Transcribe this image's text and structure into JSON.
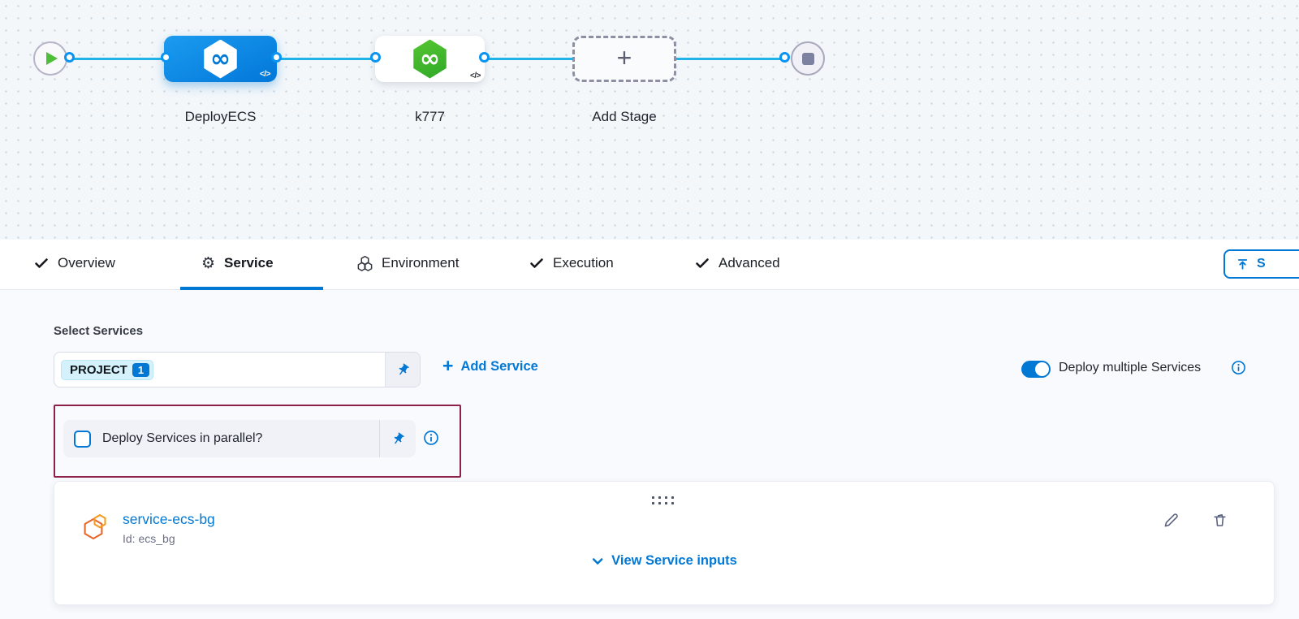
{
  "pipeline": {
    "stages": [
      {
        "label": "DeployECS",
        "badge": "</>",
        "variant": "blue"
      },
      {
        "label": "k777",
        "badge": "</>",
        "variant": "white"
      },
      {
        "label": "Add Stage",
        "variant": "add"
      }
    ],
    "start_node": "play",
    "end_node": "stop"
  },
  "icons": {
    "infinity": "∞",
    "plus": "+",
    "gear": "⚙"
  },
  "tabs": {
    "items": [
      {
        "label": "Overview",
        "icon": "check-icon"
      },
      {
        "label": "Service",
        "icon": "gear-icon",
        "active": true
      },
      {
        "label": "Environment",
        "icon": "hexagons-icon"
      },
      {
        "label": "Execution",
        "icon": "check-icon"
      },
      {
        "label": "Advanced",
        "icon": "check-icon"
      }
    ],
    "save_label": "S"
  },
  "services": {
    "section_label": "Select Services",
    "chip_text": "PROJECT",
    "chip_count": "1",
    "add_service_label": "Add Service",
    "multi_toggle_label": "Deploy multiple Services",
    "multi_toggle_on": true,
    "parallel_checkbox_label": "Deploy Services in parallel?",
    "parallel_checked": false
  },
  "service_card": {
    "name": "service-ecs-bg",
    "id_line": "Id: ecs_bg",
    "view_inputs_label": "View Service inputs"
  },
  "colors": {
    "accent_blue": "#0278d5",
    "flow_line": "#1fb3e8",
    "node_green": "#42ba2c",
    "highlight_border": "#8d2148",
    "canvas_bg": "#f3f7fa",
    "panel_bg": "#f8fafd"
  }
}
